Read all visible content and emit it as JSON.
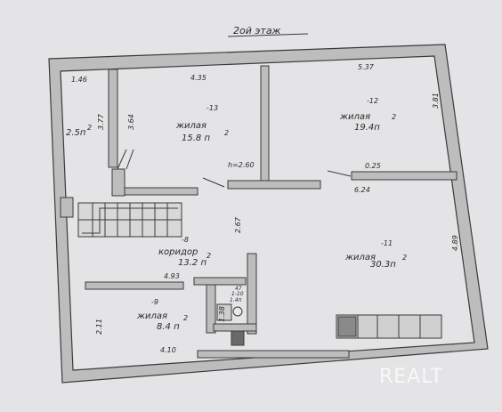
{
  "title": "2ой этаж",
  "ceiling_height": "h=2.60",
  "watermark": "REALT",
  "rooms": [
    {
      "num": "-13",
      "name": "жилая",
      "area": "15.8 п",
      "sup": "2"
    },
    {
      "num": "-12",
      "name": "жилая",
      "area": "19.4п",
      "sup": "2"
    },
    {
      "num": "-8",
      "name": "коридор",
      "area": "13.2 п",
      "sup": "2"
    },
    {
      "num": "-11",
      "name": "жилая",
      "area": "30.3п",
      "sup": "2"
    },
    {
      "num": "-9",
      "name": "жилая",
      "area": "8.4 п",
      "sup": "2"
    }
  ],
  "small_room": {
    "area": "2.5п",
    "sup": "2"
  },
  "bath": {
    "label1": "47",
    "label2": "1-10",
    "label3": "1.4п"
  },
  "dims": {
    "d146": "1.46",
    "d377": "3.77",
    "d364": "3.64",
    "d435": "4.35",
    "d537": "5.37",
    "d381": "3.81",
    "d025": "0.25",
    "d624": "6.24",
    "d267": "2.67",
    "d489": "4.89",
    "d493": "4.93",
    "d211": "2.11",
    "d138": "1.38",
    "d410": "4.10"
  },
  "colors": {
    "wall_fill": "#bdbdbd",
    "wall_stroke": "#3a3a3a",
    "paper": "#e4e4e6"
  }
}
